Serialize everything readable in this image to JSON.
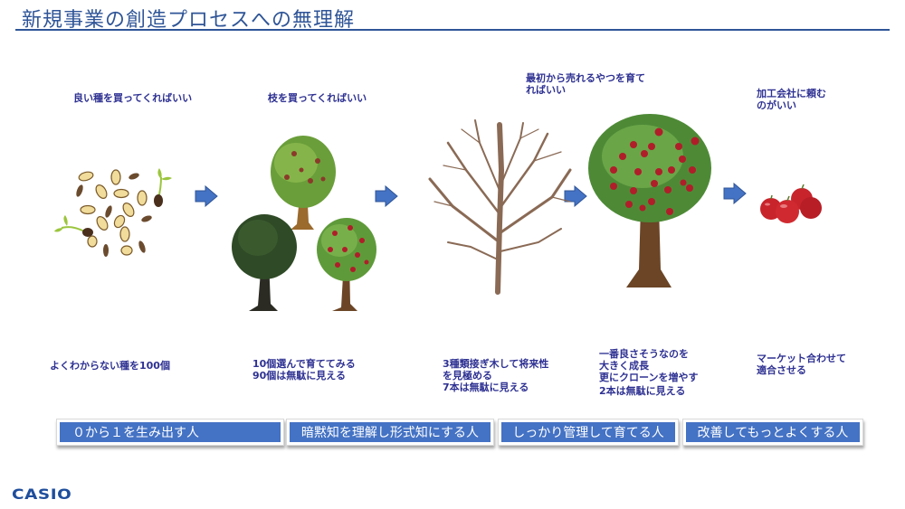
{
  "slide": {
    "title": "新規事業の創造プロセスへの無理解",
    "accent_color": "#2f5597",
    "caption_color": "#2e3192",
    "role_bar_color": "#4472c4",
    "logo": "CASIO"
  },
  "stages": [
    {
      "top_caption": [
        "良い種を買ってくればいい"
      ],
      "illustration": "seeds",
      "bottom_caption": [
        "よくわからない種を100個"
      ],
      "role": "０から１を生み出す人"
    },
    {
      "top_caption": [
        "枝を買ってくればいい"
      ],
      "illustration": "three-young-trees",
      "bottom_caption": [
        "10個選んで育ててみる",
        "90個は無駄に見える"
      ],
      "role": "暗黙知を理解し形式知にする人"
    },
    {
      "top_caption": [],
      "illustration": "bare-grafted-tree",
      "bottom_caption": [
        "3種類接ぎ木して将来性",
        "を見極める",
        "7本は無駄に見える"
      ],
      "role": "しっかり管理して育てる人"
    },
    {
      "top_caption": [
        "最初から売れるやつを育て",
        "ればいい"
      ],
      "illustration": "apple-tree",
      "bottom_caption": [
        "一番良さそうなのを",
        "大きく成長",
        "更にクローンを増やす",
        "2本は無駄に見える"
      ],
      "role": "改善してもっとよくする人"
    },
    {
      "top_caption": [
        "加工会社に頼む",
        "のがいい"
      ],
      "illustration": "apples",
      "bottom_caption": [
        "マーケット合わせて",
        "適合させる"
      ]
    }
  ],
  "arrows": [
    "arrow-right",
    "arrow-right",
    "arrow-right",
    "arrow-right"
  ]
}
